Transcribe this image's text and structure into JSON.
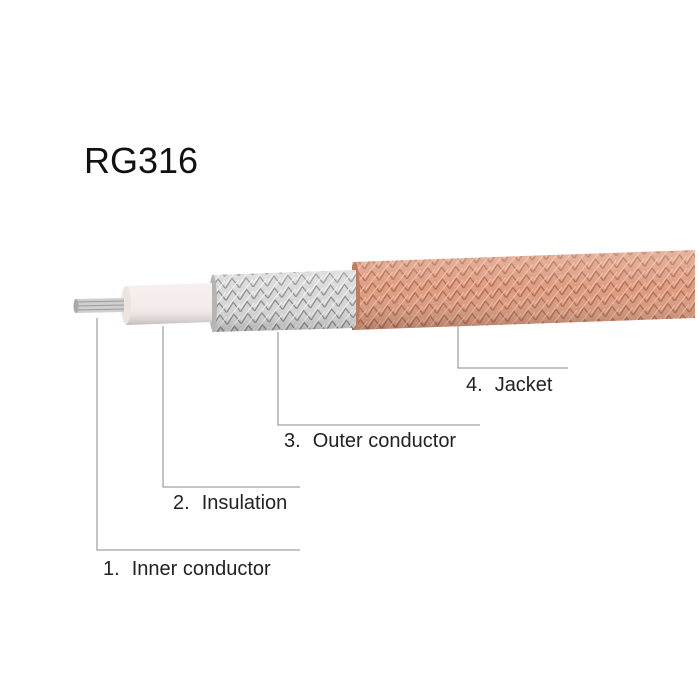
{
  "title": "RG316",
  "labels": [
    {
      "num": "1.",
      "text": "Inner conductor"
    },
    {
      "num": "2.",
      "text": "Insulation"
    },
    {
      "num": "3.",
      "text": "Outer conductor"
    },
    {
      "num": "4.",
      "text": "Jacket"
    }
  ],
  "colors": {
    "jacket": "#d9977a",
    "outer_conductor": "#c8c8c8",
    "insulation": "#f3ecea",
    "inner_conductor": "#cfcfcf",
    "leader_line": "#888888"
  }
}
